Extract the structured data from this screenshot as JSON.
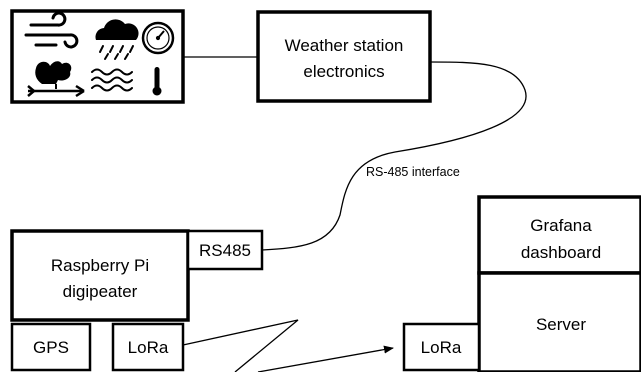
{
  "diagram": {
    "weather_station": {
      "line1": "Weather station",
      "line2": "electronics"
    },
    "raspberry_pi": {
      "line1": "Raspberry Pi",
      "line2": "digipeater"
    },
    "rs485_port": "RS485",
    "gps_module": "GPS",
    "pi_lora": "LoRa",
    "server_lora": "LoRa",
    "grafana": {
      "line1": "Grafana",
      "line2": "dashboard"
    },
    "server": "Server",
    "link_label": "RS-485 interface"
  },
  "icons": [
    "wind-icon",
    "rain-cloud-icon",
    "pressure-gauge-icon",
    "rooster-weathervane-icon",
    "humidity-waves-icon",
    "thermometer-icon"
  ],
  "colors": {
    "stroke": "#000000",
    "fill": "#ffffff"
  }
}
